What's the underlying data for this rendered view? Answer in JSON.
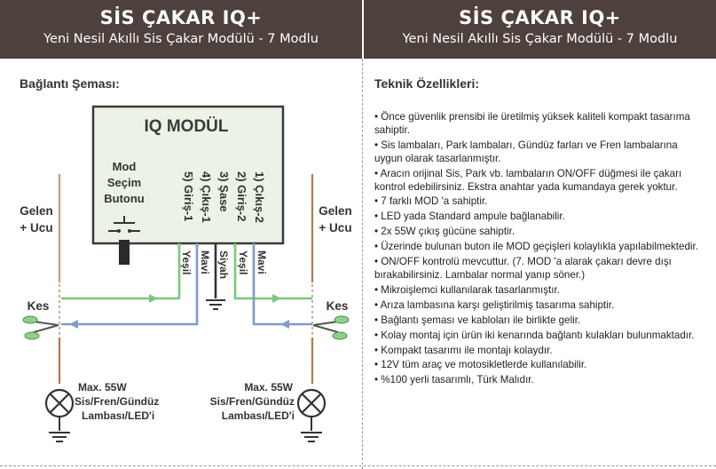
{
  "header_left": {
    "title": "SİS ÇAKAR  IQ+",
    "subtitle": "Yeni Nesil Akıllı Sis Çakar Modülü - 7 Modlu"
  },
  "header_right": {
    "title": "SİS ÇAKAR  IQ+",
    "subtitle": "Yeni Nesil Akıllı Sis Çakar Modülü - 7 Modlu"
  },
  "diagram": {
    "section_title": "Bağlantı Şeması:",
    "module_title": "IQ MODÜL",
    "mode_button_label": [
      "Mod",
      "Seçim",
      "Butonu"
    ],
    "pins": [
      "5) Giriş-1",
      "4) Çıkış-1",
      "3) Şase",
      "2) Giriş-2",
      "1) Çıkış-2"
    ],
    "wire_labels": [
      "Yeşil",
      "Mavi",
      "Siyah",
      "Yeşil",
      "Mavi"
    ],
    "left_input_label": [
      "Gelen",
      "+ Ucu"
    ],
    "right_input_label": [
      "Gelen",
      "+ Ucu"
    ],
    "cut_label_left": "Kes",
    "cut_label_right": "Kes",
    "lamp_left_label": [
      "Max. 55W",
      "Sis/Fren/Gündüz",
      "Lambası/LED'i"
    ],
    "lamp_right_label": [
      "Max. 55W",
      "Sis/Fren/Gündüz",
      "Lambası/LED'i"
    ],
    "colors": {
      "green": "#7cc77e",
      "blue": "#7f9cc7",
      "brown": "#b07a52",
      "black": "#333333",
      "module_fill": "#eaf3e6"
    }
  },
  "tech": {
    "section_title": "Teknik Özellikleri:",
    "items": [
      "• Önce güvenlik prensibi ile üretilmiş yüksek kaliteli kompakt tasarıma sahiptir.",
      "• Sis lambaları, Park lambaları, Gündüz farları ve Fren lambalarına uygun olarak tasarlanmıştır.",
      "• Aracın orijinal Sis, Park vb. lambaların ON/OFF düğmesi ile çakarı kontrol edebilirsiniz. Ekstra anahtar yada kumandaya gerek yoktur.",
      "• 7 farklı MOD 'a sahiptir.",
      "• LED yada Standard ampule bağlanabilir.",
      "• 2x 55W çıkış gücüne sahiptir.",
      "• Üzerinde bulunan buton ile MOD geçişleri kolaylıkla yapılabilmektedir.",
      "• ON/OFF kontrolü mevcuttur. (7. MOD 'a alarak çakarı devre dışı bırakabilirsiniz. Lambalar normal yanıp söner.)",
      "• Mikroişlemci kullanılarak tasarlanmıştır.",
      "• Arıza lambasına karşı geliştirilmiş tasarıma sahiptir.",
      "• Bağlantı şeması ve kabloları ile birlikte gelir.",
      "• Kolay montaj için ürün iki kenarında bağlantı kulakları bulunmaktadır.",
      "• Kompakt tasarımı ile montajı kolaydır.",
      "• 12V tüm araç ve motosikletlerde kullanılabilir.",
      "• %100 yerli tasarımlı, Türk Malıdır."
    ]
  }
}
